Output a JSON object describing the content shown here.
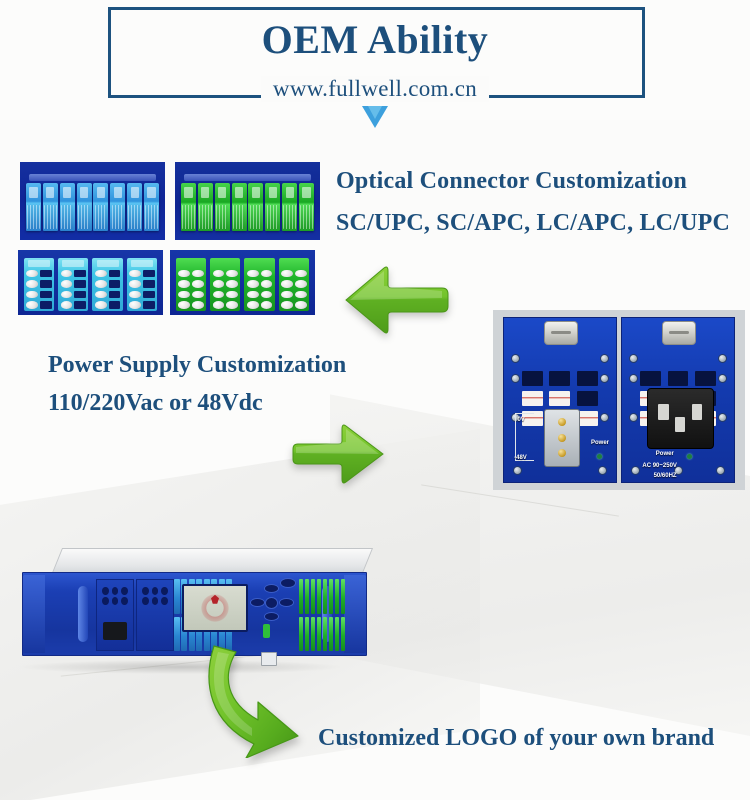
{
  "header": {
    "title": "OEM Ability",
    "url": "www.fullwell.com.cn",
    "accent_color": "#1d4f7c",
    "arrow_color": "#3da0dd",
    "down_arrow_icon": "down-arrow-icon"
  },
  "sections": {
    "optical": {
      "heading": "Optical Connector Customization",
      "subheading": "SC/UPC, SC/APC, LC/APC, LC/UPC",
      "arrow_icon": "left-arrow-icon",
      "photos": [
        {
          "name": "sc-upc-blue-connector-panel",
          "type": "sc",
          "color": "blue",
          "count": 8
        },
        {
          "name": "sc-apc-green-connector-panel",
          "type": "sc",
          "color": "green",
          "count": 8
        },
        {
          "name": "lc-upc-blue-connector-panel",
          "type": "lc",
          "color": "cyan",
          "count": 4
        },
        {
          "name": "lc-apc-green-connector-panel",
          "type": "lc",
          "color": "green",
          "count": 4
        }
      ]
    },
    "power": {
      "heading": "Power Supply Customization",
      "subheading": "110/220Vac or 48Vdc",
      "arrow_icon": "right-arrow-icon",
      "photo_name": "power-supply-modules-photo",
      "labels": {
        "volt_high": "0V",
        "volt_low": "-48V",
        "power_dc": "Power",
        "power_ac": "Power",
        "ac_rating_line1": "AC 90~250V",
        "ac_rating_line2": "50/60HZ"
      }
    },
    "logo": {
      "heading": "Customized LOGO of your own brand",
      "arrow_icon": "curved-arrow-icon",
      "photo_name": "rack-chassis-2u-photo"
    }
  },
  "colors": {
    "navy": "#1d4f7c",
    "green_arrow": "#5cbf2a",
    "green_arrow_dark": "#3f9c18",
    "panel_blue": "#13309f",
    "sc_blue": "#2f93dd",
    "sc_green": "#19a823",
    "background": "#fbfbfa"
  }
}
